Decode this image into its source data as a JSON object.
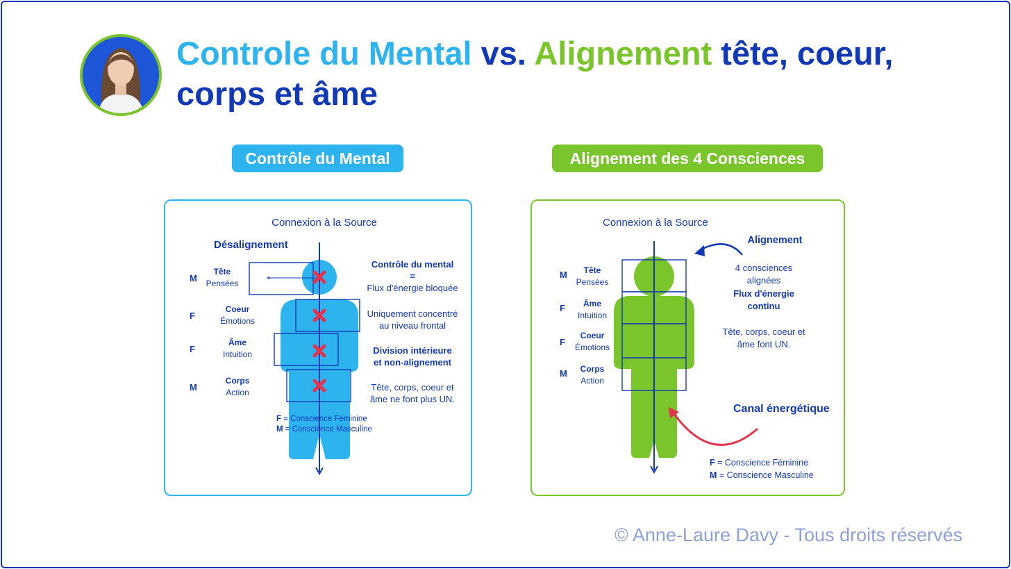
{
  "title": {
    "part1": "Controle du Mental",
    "part2": " vs. ",
    "part3": "Alignement",
    "part4": " tête, coeur, corps et âme"
  },
  "left": {
    "pill": "Contrôle du Mental",
    "source": "Connexion à la Source",
    "heading": "Désalignement",
    "levels": [
      {
        "letter": "M",
        "name": "Tête",
        "sub": "Pensées"
      },
      {
        "letter": "F",
        "name": "Coeur",
        "sub": "Émotions"
      },
      {
        "letter": "F",
        "name": "Âme",
        "sub": "Intuition"
      },
      {
        "letter": "M",
        "name": "Corps",
        "sub": "Action"
      }
    ],
    "notes": {
      "n1_title": "Contrôle du mental",
      "n1_eq": "=",
      "n1_sub": "Flux d'énergie bloquée",
      "n2_l1": "Uniquement concentré",
      "n2_l2": "au niveau frontal",
      "n3_l1": "Division intérieure",
      "n3_l2": "et non-alignement",
      "n4_l1": "Tête, corps, coeur et",
      "n4_l2": "âme ne font plus UN."
    },
    "legend": {
      "f_key": "F",
      "f_val": " = Conscience Féminine",
      "m_key": "M",
      "m_val": " = Conscience Masculine"
    }
  },
  "right": {
    "pill": "Alignement des 4 Consciences",
    "source": "Connexion à la Source",
    "levels": [
      {
        "letter": "M",
        "name": "Tête",
        "sub": "Pensées"
      },
      {
        "letter": "F",
        "name": "Âme",
        "sub": "Intuition"
      },
      {
        "letter": "F",
        "name": "Coeur",
        "sub": "Émotions"
      },
      {
        "letter": "M",
        "name": "Corps",
        "sub": "Action"
      }
    ],
    "notes": {
      "align_title": "Alignement",
      "a_l1": "4 consciences",
      "a_l2": "alignées",
      "a_l3": "Flux d'énergie",
      "a_l4": "continu",
      "u_l1": "Tête, corps, coeur et",
      "u_l2": "âme font UN.",
      "canal": "Canal énergétique"
    },
    "legend": {
      "f_key": "F",
      "f_val": " = Conscience Féminine",
      "m_key": "M",
      "m_val": " = Conscience Masculine"
    }
  },
  "watermark": "© Anne-Laure Davy - Tous droits réservés",
  "colors": {
    "navy": "#1239b5",
    "blue": "#2db4ef",
    "green": "#7ac52c",
    "red": "#e4334a"
  }
}
